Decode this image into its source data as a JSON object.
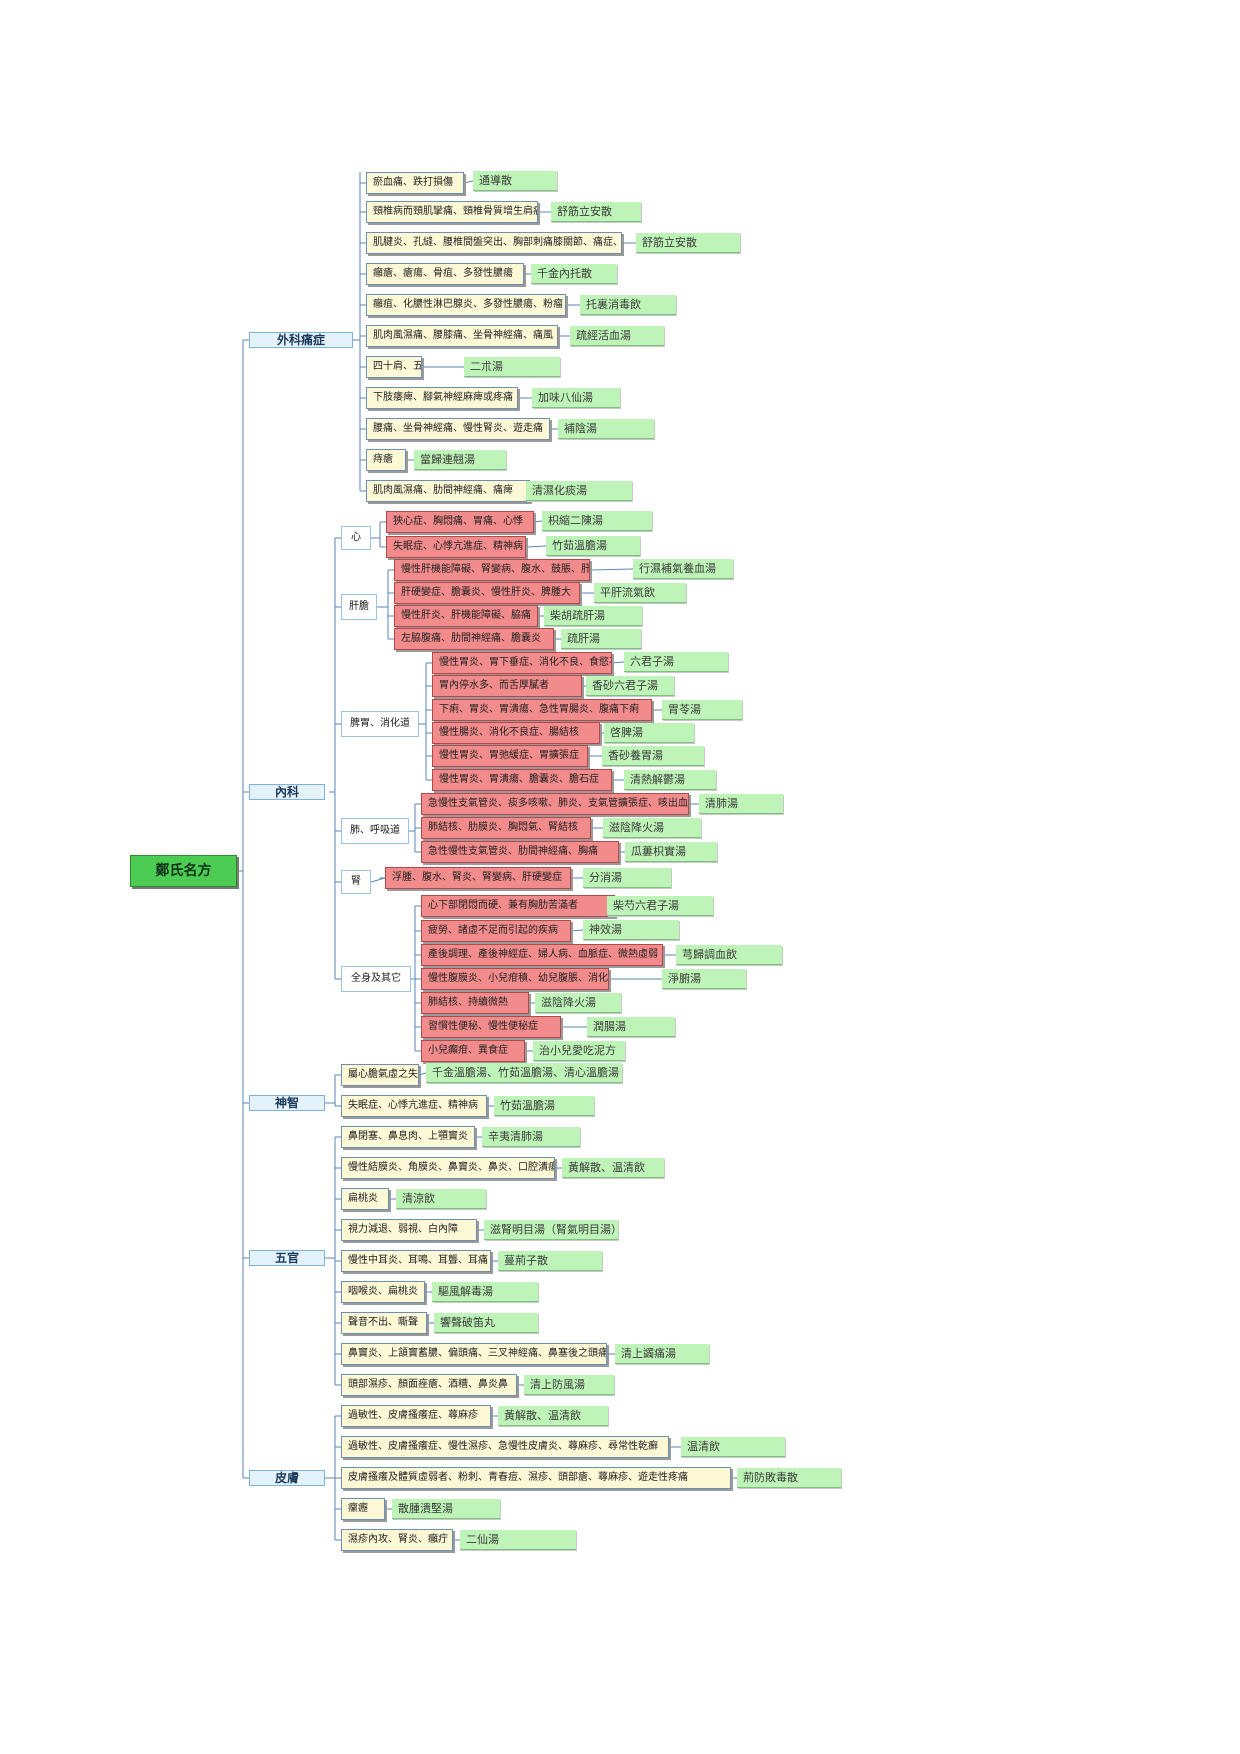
{
  "root": "鄭氏名方",
  "categories": [
    {
      "id": "waike",
      "label": "外科痛症"
    },
    {
      "id": "neike",
      "label": "內科"
    },
    {
      "id": "shenzhi",
      "label": "神智"
    },
    {
      "id": "wuguan",
      "label": "五官"
    },
    {
      "id": "pifu",
      "label": "皮膚"
    }
  ],
  "subgroups": [
    {
      "id": "xin",
      "label": "心"
    },
    {
      "id": "gandan",
      "label": "肝膽"
    },
    {
      "id": "piwei",
      "label": "脾胃、消化道"
    },
    {
      "id": "fei",
      "label": "肺、呼吸道"
    },
    {
      "id": "shen",
      "label": "腎"
    },
    {
      "id": "quanshen",
      "label": "全身及其它"
    }
  ],
  "nodes": [
    {
      "symptom": "瘀血痛、跌打損傷",
      "formula": "通導散"
    },
    {
      "symptom": "頸椎病而頸肌攣痛、頸椎骨質增生肩痛",
      "formula": "舒筋立安散"
    },
    {
      "symptom": "肌腱炎、孔縫、腰椎間盤突出、胸部刺痛膝關節、痛症、腳抽筋",
      "formula": "舒筋立安散"
    },
    {
      "symptom": "癰瘡、瘡瘍、骨疽、多發性膿瘍",
      "formula": "千金內托散"
    },
    {
      "symptom": "癰疽、化膿性淋巴腺炎、多發性膿瘍、粉瘤",
      "formula": "托裏消毒飲"
    },
    {
      "symptom": "肌肉風濕痛、腰膝痛、坐骨神經痛、痛風",
      "formula": "疏經活血湯"
    },
    {
      "symptom": "四十肩、五十肩",
      "formula": "二朮湯"
    },
    {
      "symptom": "下肢痿痺、腳氣神經麻痺或疼痛",
      "formula": "加味八仙湯"
    },
    {
      "symptom": "腰痛、坐骨神經痛、慢性腎炎、遊走痛",
      "formula": "補陰湯"
    },
    {
      "symptom": "痔瘡",
      "formula": "當歸連翹湯"
    },
    {
      "symptom": "肌肉風濕痛、肋間神經痛、痛痺",
      "formula": "清濕化痰湯"
    },
    {
      "symptom": "狹心症、胸悶痛、胃痛、心悸",
      "formula": "枳縮二陳湯"
    },
    {
      "symptom": "失眠症、心悸亢進症、精神病",
      "formula": "竹茹溫膽湯"
    },
    {
      "symptom": "慢性肝機能障礙、腎變病、腹水、鼓脹、肝硬變症",
      "formula": "行濕補氣養血湯"
    },
    {
      "symptom": "肝硬變症、膽囊炎、慢性肝炎、脾腫大",
      "formula": "平肝流氣飲"
    },
    {
      "symptom": "慢性肝炎、肝機能障礙、脇痛",
      "formula": "柴胡疏肝湯"
    },
    {
      "symptom": "左脇腹痛、肋間神經痛、膽囊炎",
      "formula": "疏肝湯"
    },
    {
      "symptom": "慢性胃炎、胃下垂症、消化不良、食慾不振",
      "formula": "六君子湯"
    },
    {
      "symptom": "胃內停水多、而舌厚膩者",
      "formula": "香砂六君子湯"
    },
    {
      "symptom": "下痢、胃炎、胃潰瘍、急性胃腸炎、腹痛下痢",
      "formula": "胃苓湯"
    },
    {
      "symptom": "慢性腸炎、消化不良症、腸結核",
      "formula": "啓脾湯"
    },
    {
      "symptom": "慢性胃炎、胃弛緩症、胃擴張症",
      "formula": "香砂養胃湯"
    },
    {
      "symptom": "慢性胃炎、胃潰瘍、膽囊炎、膽石症",
      "formula": "清熱解鬱湯"
    },
    {
      "symptom": "急慢性支氣管炎、痰多咳嗽、肺炎、支氣管擴張症、咳出血",
      "formula": "清肺湯"
    },
    {
      "symptom": "肺結核、肋膜炎、胸悶氣、腎結核",
      "formula": "滋陰降火湯"
    },
    {
      "symptom": "急性慢性支氣管炎、肋間神經痛、胸痛",
      "formula": "瓜蔞枳實湯"
    },
    {
      "symptom": "浮腫、腹水、腎炎、腎變病、肝硬變症",
      "formula": "分消湯"
    },
    {
      "symptom": "心下部閉悶而硬、兼有胸肋苦滿者",
      "formula": "柴芍六君子湯"
    },
    {
      "symptom": "疲勞、諸虛不足而引起的疾病",
      "formula": "神效湯"
    },
    {
      "symptom": "產後調理、產後神經症、婦人病、血脈症、微熱虛弱",
      "formula": "芎歸調血飲"
    },
    {
      "symptom": "慢性腹膜炎、小兒疳積、幼兒腹脹、消化不良症",
      "formula": "淨腑湯"
    },
    {
      "symptom": "肺結核、持續微熱",
      "formula": "滋陰降火湯"
    },
    {
      "symptom": "習慣性便秘、慢性便秘症",
      "formula": "潤腸湯"
    },
    {
      "symptom": "小兒癲疳、異食症",
      "formula": "治小兒愛吃泥方"
    },
    {
      "symptom": "屬心膽氣虛之失眠症",
      "formula": "千金溫膽湯、竹茹溫膽湯、清心溫膽湯"
    },
    {
      "symptom": "失眠症、心悸亢進症、精神病",
      "formula": "竹茹溫膽湯"
    },
    {
      "symptom": "鼻閉塞、鼻息肉、上顎竇炎",
      "formula": "辛夷清肺湯"
    },
    {
      "symptom": "慢性結膜炎、角膜炎、鼻竇炎、鼻炎、口腔潰瘍",
      "formula": "黃解散、温清飲"
    },
    {
      "symptom": "扁桃炎",
      "formula": "清涼飲"
    },
    {
      "symptom": "視力減退、弱視、白內障",
      "formula": "滋腎明目湯（腎氣明目湯）"
    },
    {
      "symptom": "慢性中耳炎、耳鳴、耳聾、耳痛",
      "formula": "蔓荊子散"
    },
    {
      "symptom": "咽喉炎、扁桃炎",
      "formula": "驅風解毒湯"
    },
    {
      "symptom": "聲音不出、嘶聲",
      "formula": "響聲破笛丸"
    },
    {
      "symptom": "鼻竇炎、上頷竇蓄膿、偏頭痛、三叉神經痛、鼻塞後之頭痛",
      "formula": "清上蠲痛湯"
    },
    {
      "symptom": "頭部濕疹、顏面痤瘡、酒糟、鼻炎鼻",
      "formula": "清上防風湯"
    },
    {
      "symptom": "過敏性、皮膚搔癢症、蕁麻疹",
      "formula": "黃解散、温清飲"
    },
    {
      "symptom": "過敏性、皮膚搔癢症、慢性濕疹、急慢性皮膚炎、蕁麻疹、尋常性乾癬",
      "formula": "温清飲"
    },
    {
      "symptom": "皮膚搔癢及體質虛弱者、粉刺、青春痘、濕疹、頭部瘡、蕁麻疹、遊走性疼痛",
      "formula": "荊防敗毒散"
    },
    {
      "symptom": "瘰癧",
      "formula": "散腫潰堅湯"
    },
    {
      "symptom": "濕疹內攻、腎炎、癰疔",
      "formula": "二仙湯"
    }
  ]
}
